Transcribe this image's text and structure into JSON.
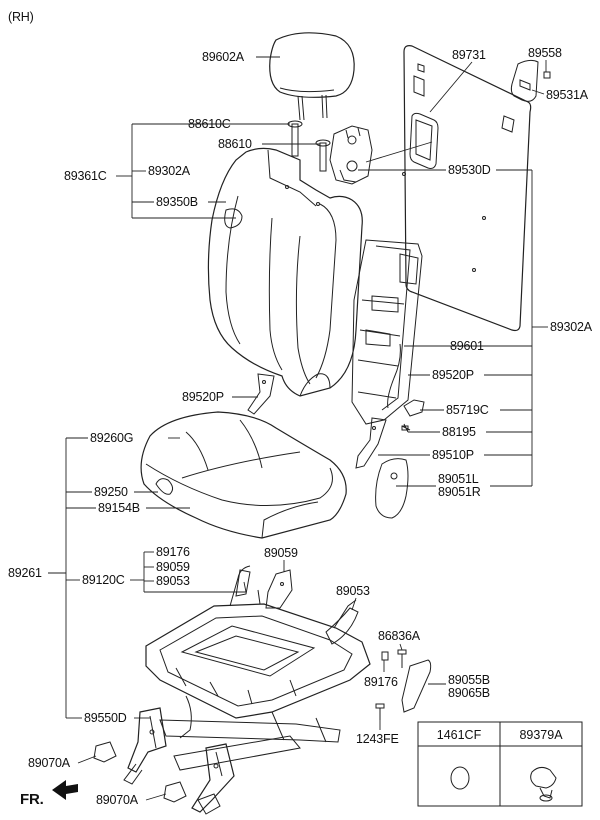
{
  "diagram": {
    "variant": "(RH)",
    "front_marker": "FR.",
    "parts": {
      "p89602A": "89602A",
      "p89731": "89731",
      "p89558": "89558",
      "p89531A": "89531A",
      "p88610C": "88610C",
      "p88610": "88610",
      "p89302A_l": "89302A",
      "p89361C": "89361C",
      "p89350B": "89350B",
      "p89530D": "89530D",
      "p89302A_r": "89302A",
      "p89601": "89601",
      "p89520P_r": "89520P",
      "p89520P_l": "89520P",
      "p85719C": "85719C",
      "p88195": "88195",
      "p89260G": "89260G",
      "p89510P": "89510P",
      "p89051L": "89051L",
      "p89051R": "89051R",
      "p89250": "89250",
      "p89154B": "89154B",
      "p89176_a": "89176",
      "p89059_a": "89059",
      "p89059_b": "89059",
      "p89261": "89261",
      "p89120C": "89120C",
      "p89053_a": "89053",
      "p89053_b": "89053",
      "p86836A": "86836A",
      "p89176_b": "89176",
      "p89055B": "89055B",
      "p89065B": "89065B",
      "p89550D": "89550D",
      "p1243FE": "1243FE",
      "p89070A_a": "89070A",
      "p89070A_b": "89070A"
    },
    "legend": {
      "col1": "1461CF",
      "col2": "89379A"
    }
  }
}
